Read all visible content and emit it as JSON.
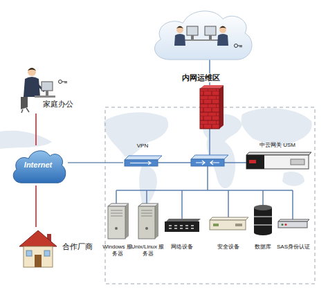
{
  "diagram": {
    "nodes": [
      {
        "text": [
          "内网运维区"
        ]
      },
      {
        "text": [
          "家庭办公"
        ]
      },
      {
        "text": [
          "Internet"
        ]
      },
      {
        "text": [
          "VPN"
        ]
      },
      {
        "text": [
          "中云网关 USM"
        ]
      },
      {
        "text": [
          "Windows 服务器"
        ]
      },
      {
        "text": [
          "Unix/Linux 服务器"
        ]
      },
      {
        "text": [
          "网络设备"
        ]
      },
      {
        "text": [
          "安全设备"
        ]
      },
      {
        "text": [
          "数据库"
        ]
      },
      {
        "text": [
          "SAS身份认证"
        ]
      },
      {
        "text": [
          "合作厂商"
        ]
      }
    ],
    "edges": [
      {
        "from": 1,
        "to": 2,
        "arrow": "none"
      },
      {
        "from": 2,
        "to": 11,
        "arrow": "none"
      },
      {
        "from": 2,
        "to": 3,
        "arrow": "none"
      }
    ]
  }
}
